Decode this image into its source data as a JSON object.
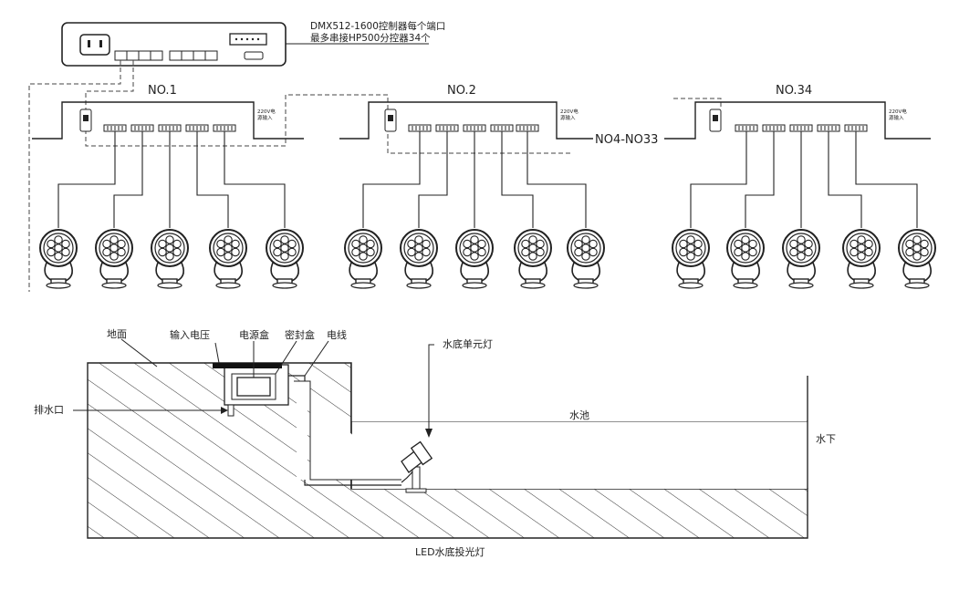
{
  "controller": {
    "note_line1": "DMX512-1600控制器每个端口",
    "note_line2": "最多串接HP500分控器34个"
  },
  "sub_controllers": [
    {
      "name": "NO.1",
      "power_label_1": "220V电",
      "power_label_2": "源输入"
    },
    {
      "name": "NO.2",
      "power_label_1": "220V电",
      "power_label_2": "源输入"
    },
    {
      "name": "NO.34",
      "power_label_1": "220V电",
      "power_label_2": "源输入"
    }
  ],
  "range_label": "NO4-NO33",
  "section": {
    "ground": "地面",
    "input_voltage": "输入电压",
    "power_box": "电源盒",
    "sealed_box": "密封盒",
    "cable": "电线",
    "drain": "排水口",
    "unit_light": "水底单元灯",
    "pool": "水池",
    "underwater": "水下",
    "caption": "LED水底投光灯"
  },
  "colors": {
    "line": "#222222",
    "hatch": "#333333"
  }
}
